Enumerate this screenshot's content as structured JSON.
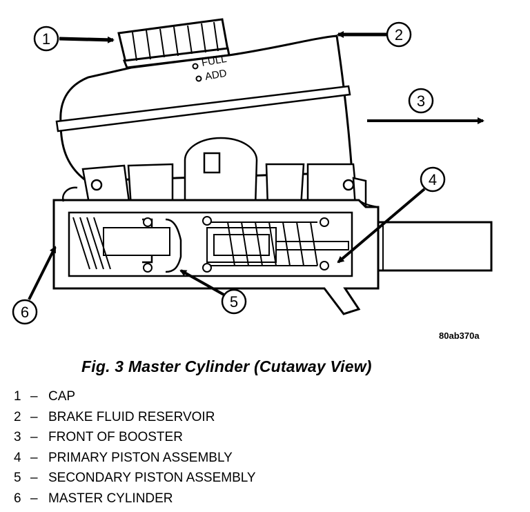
{
  "diagram": {
    "reservoir_marks": {
      "full": "FULL",
      "add": "ADD"
    },
    "callouts": [
      "1",
      "2",
      "3",
      "4",
      "5",
      "6"
    ],
    "figure_code": "80ab370a"
  },
  "caption": "Fig. 3 Master Cylinder (Cutaway View)",
  "legend": [
    {
      "num": "1",
      "dash": "–",
      "label": "CAP"
    },
    {
      "num": "2",
      "dash": "–",
      "label": "BRAKE FLUID RESERVOIR"
    },
    {
      "num": "3",
      "dash": "–",
      "label": "FRONT OF BOOSTER"
    },
    {
      "num": "4",
      "dash": "–",
      "label": "PRIMARY PISTON ASSEMBLY"
    },
    {
      "num": "5",
      "dash": "–",
      "label": "SECONDARY PISTON ASSEMBLY"
    },
    {
      "num": "6",
      "dash": "–",
      "label": "MASTER CYLINDER"
    }
  ]
}
